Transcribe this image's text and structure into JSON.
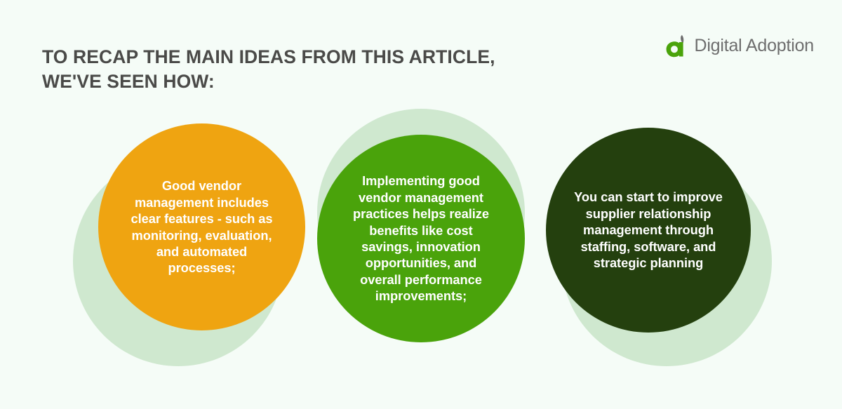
{
  "page": {
    "background_color": "#f5fcf7",
    "headline": "TO RECAP THE MAIN IDEAS FROM THIS ARTICLE,\nWE'VE SEEN HOW:",
    "headline_color": "#4a4a48"
  },
  "brand": {
    "logo_icon": "digital-adoption-a-leaf-logo",
    "name": "Digital Adoption",
    "name_color": "#6e6e6e",
    "mark_color": "#4aa30b",
    "leaf_color": "#6e6e6e"
  },
  "bubbles": [
    {
      "id": "vendor-management-features",
      "text": "Good vendor management includes clear features - such as monitoring, evaluation, and automated processes;",
      "fill_color": "#efa411",
      "text_color": "#ffffff",
      "halo_color": "#cfe8cf"
    },
    {
      "id": "vendor-management-benefits",
      "text": "Implementing good vendor management practices helps realize benefits like cost savings, innovation opportunities, and overall performance improvements;",
      "fill_color": "#4aa30b",
      "text_color": "#ffffff",
      "halo_color": "#cfe8cf"
    },
    {
      "id": "supplier-relationship-management",
      "text": "You can start to improve supplier relationship management through staffing, software, and strategic planning",
      "fill_color": "#24400e",
      "text_color": "#ffffff",
      "halo_color": "#cfe8cf"
    }
  ]
}
